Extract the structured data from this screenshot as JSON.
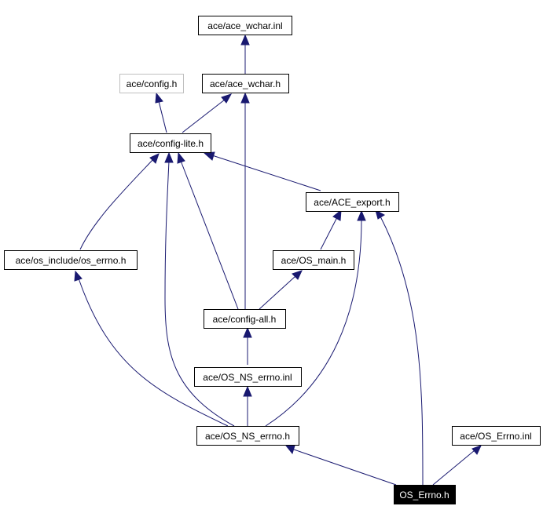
{
  "graph": {
    "nodes": {
      "ace_wchar_inl": "ace/ace_wchar.inl",
      "config_h": "ace/config.h",
      "ace_wchar_h": "ace/ace_wchar.h",
      "config_lite_h": "ace/config-lite.h",
      "ace_export_h": "ace/ACE_export.h",
      "os_include_os_errno_h": "ace/os_include/os_errno.h",
      "os_main_h": "ace/OS_main.h",
      "config_all_h": "ace/config-all.h",
      "os_ns_errno_inl": "ace/OS_NS_errno.inl",
      "os_ns_errno_h": "ace/OS_NS_errno.h",
      "os_errno_inl": "ace/OS_Errno.inl",
      "os_errno_h": "OS_Errno.h"
    },
    "edges": [
      [
        "ace_wchar_h",
        "ace_wchar_inl"
      ],
      [
        "config_lite_h",
        "config_h"
      ],
      [
        "config_lite_h",
        "ace_wchar_h"
      ],
      [
        "ace_export_h",
        "config_lite_h"
      ],
      [
        "os_include_os_errno_h",
        "config_lite_h"
      ],
      [
        "os_main_h",
        "ace_export_h"
      ],
      [
        "config_all_h",
        "config_lite_h"
      ],
      [
        "config_all_h",
        "ace_wchar_h"
      ],
      [
        "config_all_h",
        "os_main_h"
      ],
      [
        "os_ns_errno_inl",
        "config_all_h"
      ],
      [
        "os_ns_errno_h",
        "os_ns_errno_inl"
      ],
      [
        "os_ns_errno_h",
        "os_include_os_errno_h"
      ],
      [
        "os_ns_errno_h",
        "config_lite_h"
      ],
      [
        "os_ns_errno_h",
        "ace_export_h"
      ],
      [
        "os_errno_h",
        "os_ns_errno_h"
      ],
      [
        "os_errno_h",
        "ace_export_h"
      ],
      [
        "os_errno_h",
        "os_errno_inl"
      ]
    ],
    "colors": {
      "edge": "#191970",
      "node_border": "#000000",
      "node_border_external": "#bfbfbf",
      "current_fill": "#000000",
      "current_text": "#ffffff"
    }
  }
}
